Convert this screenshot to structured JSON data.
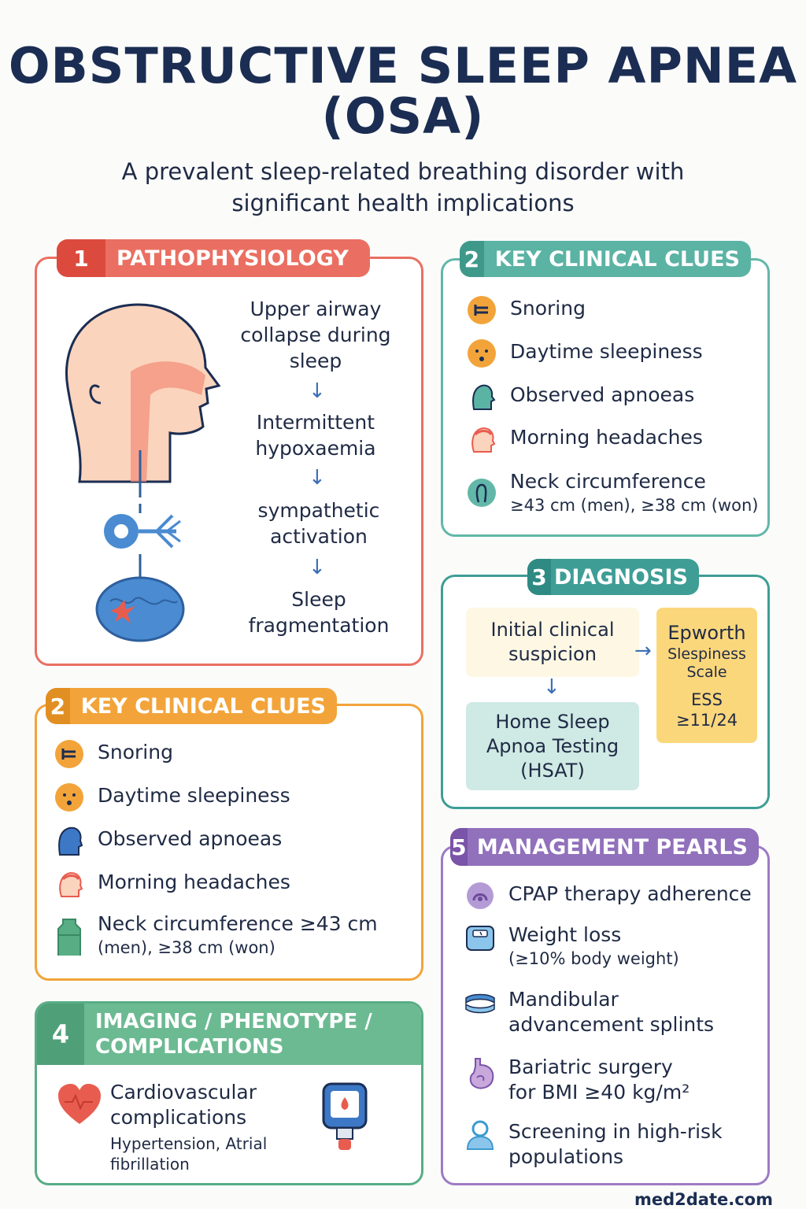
{
  "title": {
    "line1": "OBSTRUCTIVE SLEEP APNEA",
    "line2": "(OSA)"
  },
  "subtitle": {
    "line1": "A prevalent sleep-related breathing disorder with",
    "line2": "significant health implications"
  },
  "pathophysiology": {
    "number": "1",
    "label": "PATHOPHYSIOLOGY",
    "steps": [
      {
        "line1": "Upper airway",
        "line2": "collapse during",
        "line3": "sleep"
      },
      {
        "line1": "Intermittent",
        "line2": "hypoxaemia"
      },
      {
        "line1": "sympathetic",
        "line2": "activation"
      },
      {
        "line1": "Sleep",
        "line2": "fragmentation"
      }
    ],
    "arrow": "↓"
  },
  "clues_top": {
    "number": "2",
    "label": "KEY CLINICAL CLUES",
    "items": [
      {
        "text": "Snoring",
        "icon": "snoring-icon"
      },
      {
        "text": "Daytime sleepiness",
        "icon": "sleepy-face-icon"
      },
      {
        "text": "Observed apnoeas",
        "icon": "head-profile-icon"
      },
      {
        "text": "Morning headaches",
        "icon": "headache-icon"
      },
      {
        "text": "Neck circumference",
        "sub": "≥43 cm (men), ≥38 cm (won)",
        "icon": "neck-icon"
      }
    ]
  },
  "clues_bottom": {
    "number": "2",
    "label": "KEY CLINICAL CLUES",
    "items": [
      {
        "text": "Snoring",
        "icon": "snoring-icon"
      },
      {
        "text": "Daytime sleepiness",
        "icon": "sleepy-face-icon"
      },
      {
        "text": "Observed apnoeas",
        "icon": "head-profile-icon"
      },
      {
        "text": "Morning headaches",
        "icon": "headache-icon"
      },
      {
        "text": "Neck circumference ≥43 cm",
        "sub": "(men), ≥38 cm (won)",
        "icon": "neck-icon"
      }
    ]
  },
  "diagnosis": {
    "number": "3",
    "label": "DIAGNOSIS",
    "initial": {
      "line1": "Initial clinical",
      "line2": "suspicion"
    },
    "hsat": {
      "line1": "Home Sleep",
      "line2": "Apnoa Testing",
      "line3": "(HSAT)"
    },
    "epworth": {
      "line1": "Epworth",
      "line2": "Slespiness",
      "line3": "Scale",
      "line4": "ESS",
      "line5": "≥11/24"
    },
    "arrow_right": "→",
    "arrow_down": "↓"
  },
  "imaging": {
    "number": "4",
    "label_line1": "IMAGING / PHENOTYPE /",
    "label_line2": "COMPLICATIONS",
    "item": {
      "line1": "Cardiovascular",
      "line2": "complications",
      "sub1": "Hypertension, Atrial",
      "sub2": "fibrillation"
    }
  },
  "management": {
    "number": "5",
    "label": "MANAGEMENT PEARLS",
    "items": [
      {
        "line1": "CPAP therapy adherence",
        "icon": "cpap-icon"
      },
      {
        "line1": "Weight loss",
        "sub": "(≥10% body weight)",
        "icon": "scale-icon"
      },
      {
        "line1": "Mandibular",
        "line2": "advancement splints",
        "icon": "splint-icon"
      },
      {
        "line1": "Bariatric surgery",
        "line2": "for BMI ≥40 kg/m²",
        "icon": "stomach-icon"
      },
      {
        "line1": "Screening in high-risk",
        "line2": "populations",
        "icon": "person-icon"
      }
    ]
  },
  "footer": "med2date.com",
  "colors": {
    "red": "#e85c4f",
    "teal": "#4fae9f",
    "orange": "#f2a43a",
    "green": "#58ad84",
    "purple": "#8b64b4",
    "navy": "#1b2d52"
  }
}
